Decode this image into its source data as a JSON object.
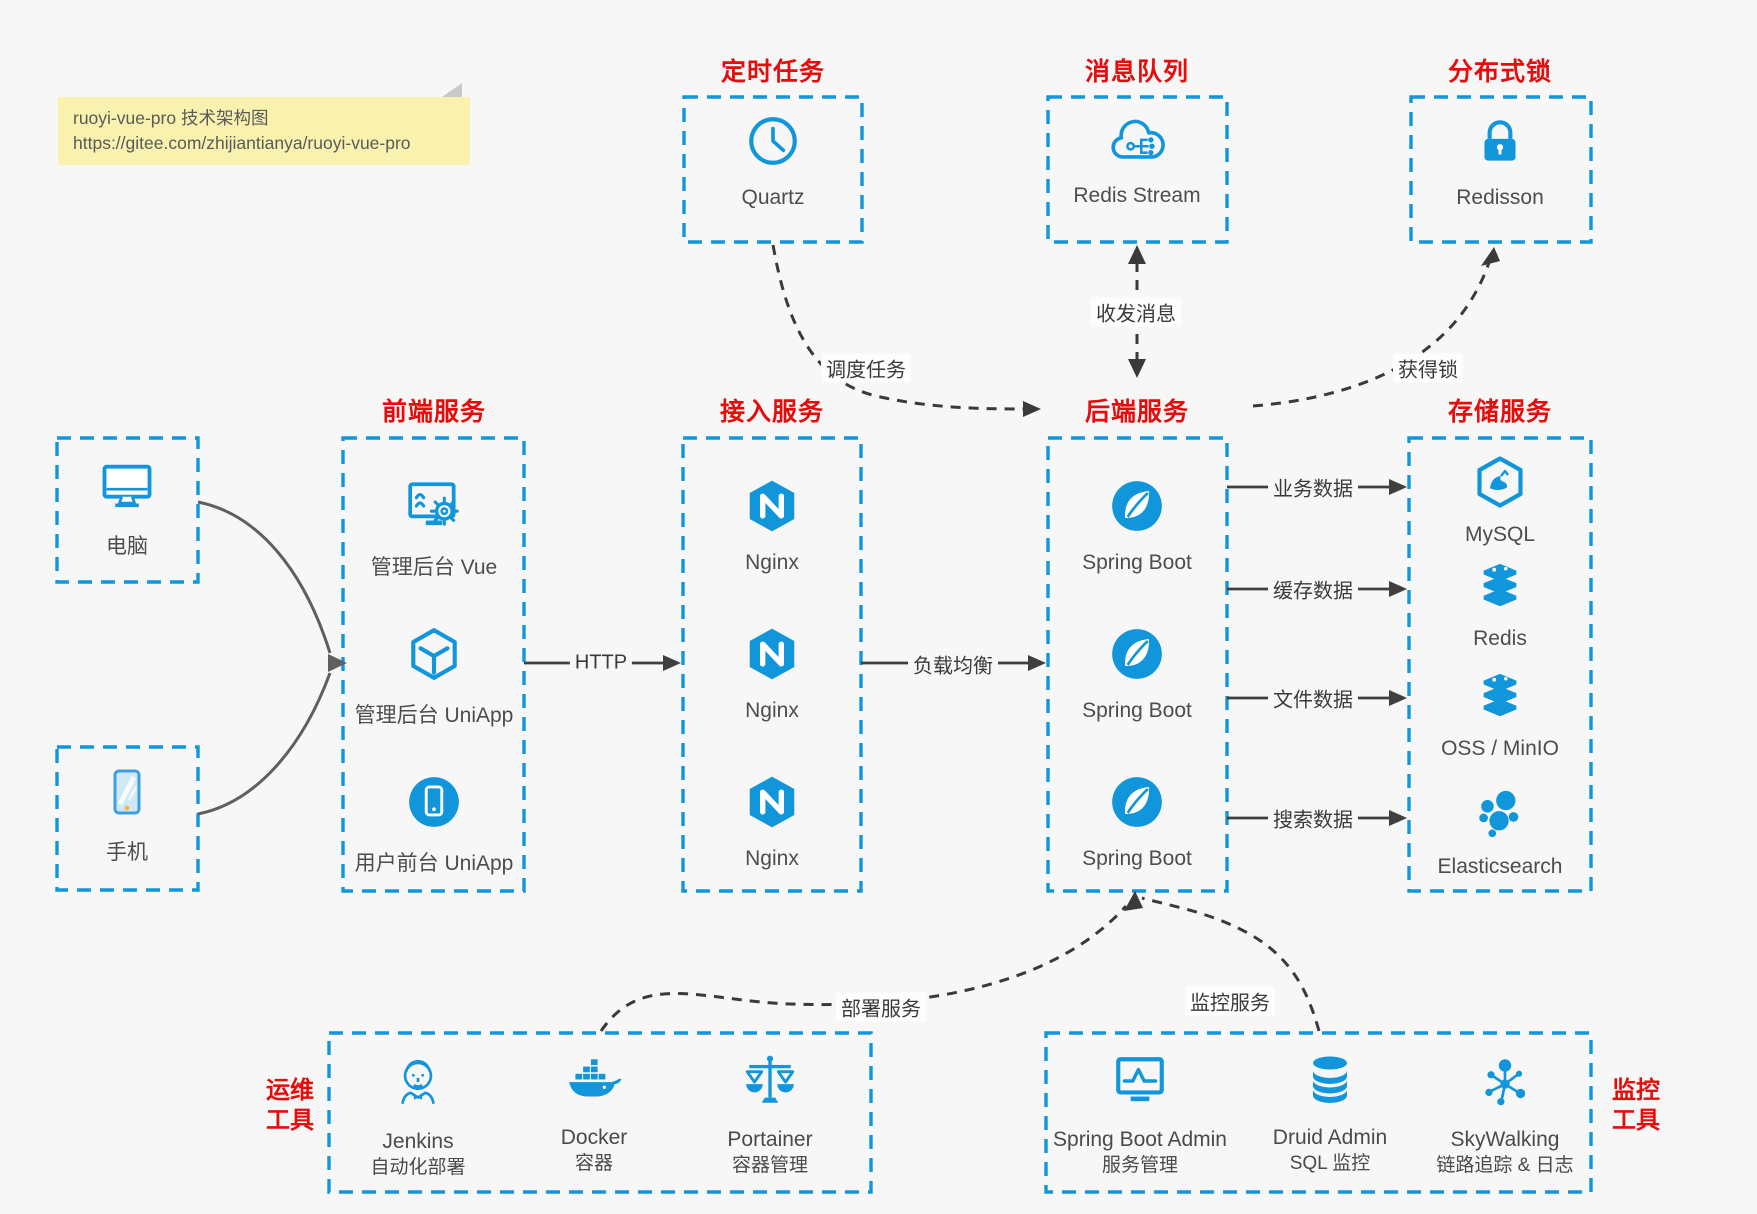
{
  "note": {
    "line1": "ruoyi-vue-pro 技术架构图",
    "line2": "https://gitee.com/zhijiantianya/ruoyi-vue-pro"
  },
  "colors": {
    "accent_blue": "#1296db",
    "title_red": "#e60c0c",
    "note_bg": "#f9f2ae",
    "line_dark": "#3f3f3f",
    "canvas_bg": "#f7f7f7"
  },
  "groups": {
    "scheduled": {
      "title": "定时任务",
      "items": [
        {
          "label": "Quartz",
          "icon": "clock-icon"
        }
      ]
    },
    "mq": {
      "title": "消息队列",
      "items": [
        {
          "label": "Redis Stream",
          "icon": "cloud-network-icon"
        }
      ]
    },
    "lock": {
      "title": "分布式锁",
      "items": [
        {
          "label": "Redisson",
          "icon": "lock-icon"
        }
      ]
    },
    "clients": {
      "items": [
        {
          "label": "电脑",
          "icon": "desktop-icon"
        },
        {
          "label": "手机",
          "icon": "mobile-icon"
        }
      ]
    },
    "frontend": {
      "title": "前端服务",
      "items": [
        {
          "label": "管理后台 Vue",
          "icon": "admin-vue-icon"
        },
        {
          "label": "管理后台 UniApp",
          "icon": "cube-icon"
        },
        {
          "label": "用户前台 UniApp",
          "icon": "phone-circle-icon"
        }
      ]
    },
    "gateway": {
      "title": "接入服务",
      "items": [
        {
          "label": "Nginx",
          "icon": "nginx-icon"
        },
        {
          "label": "Nginx",
          "icon": "nginx-icon"
        },
        {
          "label": "Nginx",
          "icon": "nginx-icon"
        }
      ]
    },
    "backend": {
      "title": "后端服务",
      "items": [
        {
          "label": "Spring Boot",
          "icon": "springboot-icon"
        },
        {
          "label": "Spring Boot",
          "icon": "springboot-icon"
        },
        {
          "label": "Spring Boot",
          "icon": "springboot-icon"
        }
      ]
    },
    "storage": {
      "title": "存储服务",
      "items": [
        {
          "label": "MySQL",
          "icon": "mysql-icon"
        },
        {
          "label": "Redis",
          "icon": "redis-stack-icon"
        },
        {
          "label": "OSS / MinIO",
          "icon": "oss-stack-icon"
        },
        {
          "label": "Elasticsearch",
          "icon": "elasticsearch-icon"
        }
      ]
    },
    "devops": {
      "side_title": [
        "运维",
        "工具"
      ],
      "items": [
        {
          "name": "Jenkins",
          "desc": "自动化部署",
          "icon": "jenkins-icon"
        },
        {
          "name": "Docker",
          "desc": "容器",
          "icon": "docker-icon"
        },
        {
          "name": "Portainer",
          "desc": "容器管理",
          "icon": "portainer-icon"
        }
      ]
    },
    "monitor": {
      "side_title": [
        "监控",
        "工具"
      ],
      "items": [
        {
          "name": "Spring Boot Admin",
          "desc": "服务管理",
          "icon": "monitor-chart-icon"
        },
        {
          "name": "Druid Admin",
          "desc": "SQL 监控",
          "icon": "database-icon"
        },
        {
          "name": "SkyWalking",
          "desc": "链路追踪 & 日志",
          "icon": "node-network-icon"
        }
      ]
    }
  },
  "edges": {
    "http": {
      "label": "HTTP"
    },
    "lb": {
      "label": "负载均衡"
    },
    "biz": {
      "label": "业务数据"
    },
    "cache": {
      "label": "缓存数据"
    },
    "file": {
      "label": "文件数据"
    },
    "search": {
      "label": "搜索数据"
    },
    "schedule": {
      "label": "调度任务"
    },
    "message": {
      "label": "收发消息"
    },
    "acquire_lock": {
      "label": "获得锁"
    },
    "deploy": {
      "label": "部署服务"
    },
    "monitoring": {
      "label": "监控服务"
    }
  }
}
